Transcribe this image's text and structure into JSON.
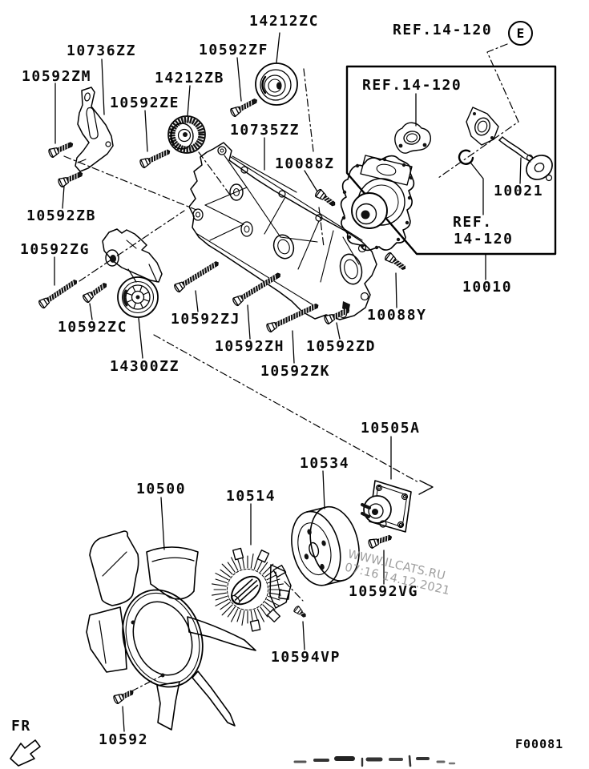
{
  "figure": {
    "code": "F00081",
    "direction_label": "FR"
  },
  "watermark": {
    "line1": "WWW.ILCATS.RU",
    "line2": "07:16 14.12.2021"
  },
  "labels": [
    {
      "name": "part-14212ZC",
      "text": "14212ZC"
    },
    {
      "name": "ref-14-120-top",
      "text": "REF.14-120"
    },
    {
      "name": "detail-callout-e",
      "text": "E"
    },
    {
      "name": "part-10736ZZ",
      "text": "10736ZZ"
    },
    {
      "name": "part-10592ZF",
      "text": "10592ZF"
    },
    {
      "name": "part-10592ZM",
      "text": "10592ZM"
    },
    {
      "name": "part-14212ZB",
      "text": "14212ZB"
    },
    {
      "name": "ref-14-120-box",
      "text": "REF.14-120"
    },
    {
      "name": "part-10592ZE",
      "text": "10592ZE"
    },
    {
      "name": "part-10735ZZ",
      "text": "10735ZZ"
    },
    {
      "name": "part-10088Z",
      "text": "10088Z"
    },
    {
      "name": "part-10592ZB",
      "text": "10592ZB"
    },
    {
      "name": "part-10021",
      "text": "10021"
    },
    {
      "name": "part-10592ZG",
      "text": "10592ZG"
    },
    {
      "name": "ref-14-120-pump-line1",
      "text": "REF."
    },
    {
      "name": "ref-14-120-pump-line2",
      "text": "14-120"
    },
    {
      "name": "part-10010",
      "text": "10010"
    },
    {
      "name": "part-10088Y",
      "text": "10088Y"
    },
    {
      "name": "part-10592ZC",
      "text": "10592ZC"
    },
    {
      "name": "part-10592ZJ",
      "text": "10592ZJ"
    },
    {
      "name": "part-10592ZH",
      "text": "10592ZH"
    },
    {
      "name": "part-10592ZD",
      "text": "10592ZD"
    },
    {
      "name": "part-14300ZZ",
      "text": "14300ZZ"
    },
    {
      "name": "part-10592ZK",
      "text": "10592ZK"
    },
    {
      "name": "part-10505A",
      "text": "10505A"
    },
    {
      "name": "part-10534",
      "text": "10534"
    },
    {
      "name": "part-10500",
      "text": "10500"
    },
    {
      "name": "part-10514",
      "text": "10514"
    },
    {
      "name": "part-10592VG",
      "text": "10592VG"
    },
    {
      "name": "part-10594VP",
      "text": "10594VP"
    },
    {
      "name": "part-10592",
      "text": "10592"
    },
    {
      "name": "fr-indicator",
      "text": "FR"
    },
    {
      "name": "figure-code",
      "text": "F00081"
    }
  ]
}
